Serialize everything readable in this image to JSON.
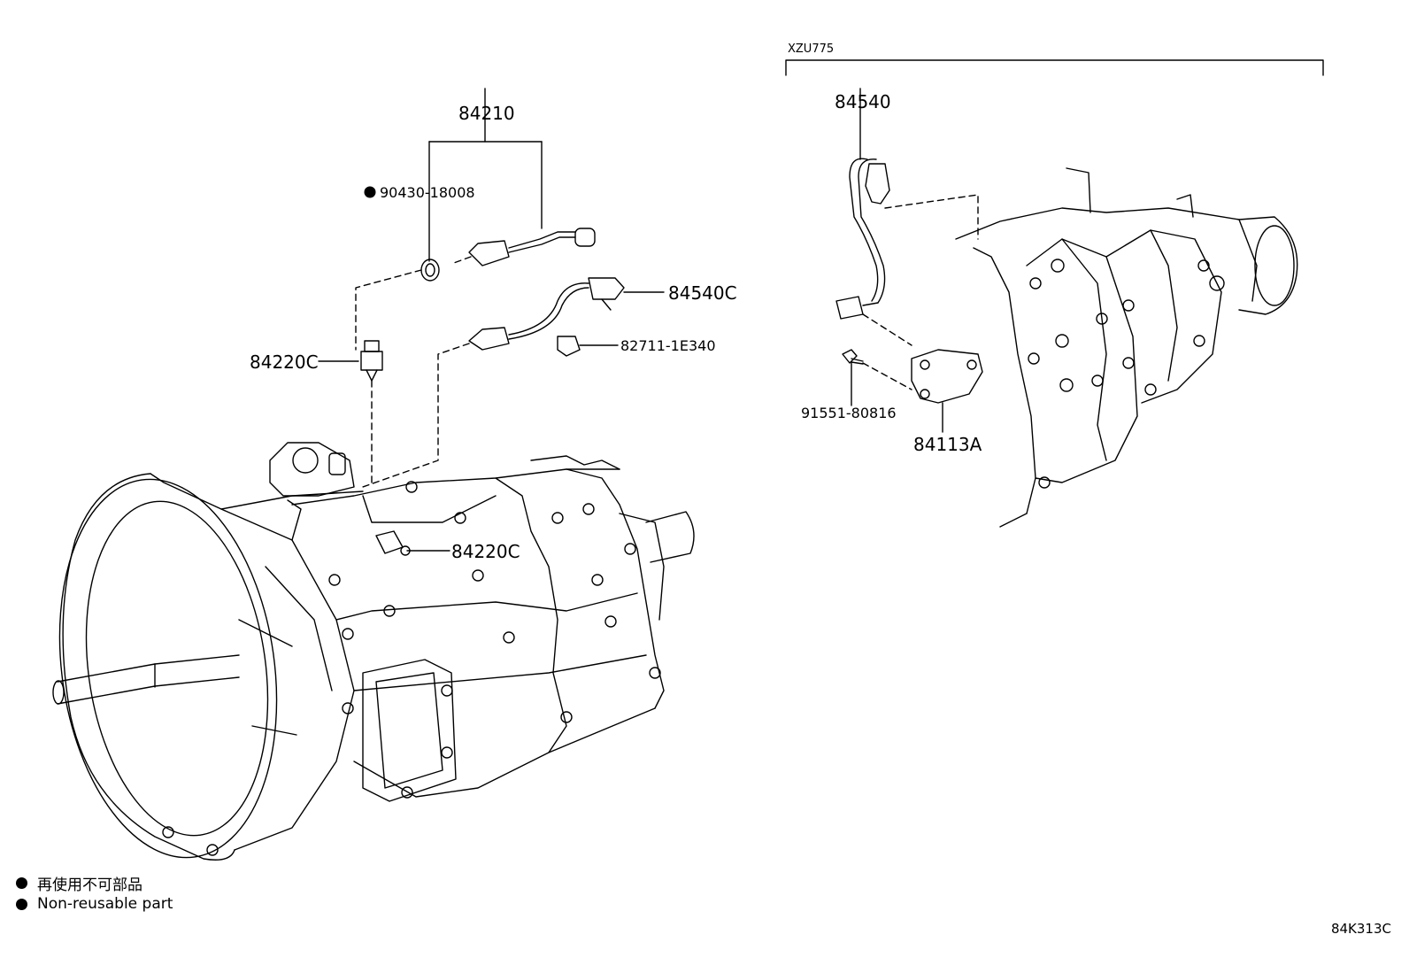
{
  "variant_label": "XZU775",
  "callouts": {
    "p84210": "84210",
    "p90430": "90430-18008",
    "p84540C": "84540C",
    "p82711": "82711-1E340",
    "p84220C_top": "84220C",
    "p84220C_body": "84220C",
    "p84540": "84540",
    "p91551": "91551-80816",
    "p84113A": "84113A"
  },
  "non_reusable_marks": [
    "90430-18008"
  ],
  "legend": {
    "jp": "再使用不可部品",
    "en": "Non-reusable part",
    "symbol": "filled-circle"
  },
  "diagram_code": "84K313C",
  "colors": {
    "line": "#000000",
    "background": "#ffffff"
  }
}
